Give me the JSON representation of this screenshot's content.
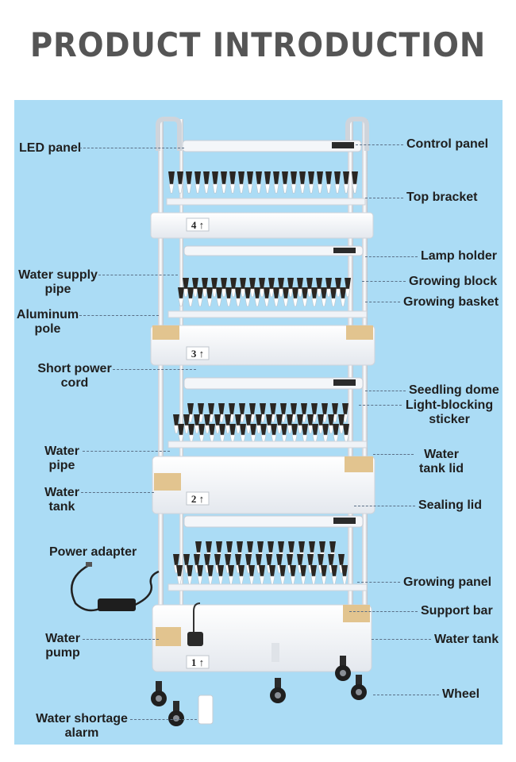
{
  "title": "PRODUCT INTRODUCTION",
  "colors": {
    "background": "#abdcf5",
    "title": "#555555",
    "frame": "#e9edf2",
    "tray": "#f7f8fa",
    "wood": "#e2c48f"
  },
  "tier_numbers": [
    "4",
    "3",
    "2",
    "1"
  ],
  "tier_arrow": "↑",
  "left_labels": [
    {
      "key": "led_panel",
      "lines": [
        "LED panel"
      ]
    },
    {
      "key": "water_supply_pipe",
      "lines": [
        "Water supply",
        "pipe"
      ]
    },
    {
      "key": "aluminum_pole",
      "lines": [
        "Aluminum",
        "pole"
      ]
    },
    {
      "key": "short_power_cord",
      "lines": [
        "Short power",
        "cord"
      ]
    },
    {
      "key": "water_pipe",
      "lines": [
        "Water",
        "pipe"
      ]
    },
    {
      "key": "water_tank_left",
      "lines": [
        "Water",
        "tank"
      ]
    },
    {
      "key": "power_adapter",
      "lines": [
        "Power adapter"
      ]
    },
    {
      "key": "water_pump",
      "lines": [
        "Water",
        "pump"
      ]
    },
    {
      "key": "water_shortage_alarm",
      "lines": [
        "Water shortage",
        "alarm"
      ]
    }
  ],
  "right_labels": [
    {
      "key": "control_panel",
      "lines": [
        "Control panel"
      ]
    },
    {
      "key": "top_bracket",
      "lines": [
        "Top bracket"
      ]
    },
    {
      "key": "lamp_holder",
      "lines": [
        "Lamp holder"
      ]
    },
    {
      "key": "growing_block",
      "lines": [
        "Growing block"
      ]
    },
    {
      "key": "growing_basket",
      "lines": [
        "Growing basket"
      ]
    },
    {
      "key": "seedling_dome",
      "lines": [
        "Seedling dome"
      ]
    },
    {
      "key": "light_blocking_sticker",
      "lines": [
        "Light-blocking",
        "sticker"
      ]
    },
    {
      "key": "water_tank_lid",
      "lines": [
        "Water",
        "tank lid"
      ]
    },
    {
      "key": "sealing_lid",
      "lines": [
        "Sealing lid"
      ]
    },
    {
      "key": "growing_panel",
      "lines": [
        "Growing panel"
      ]
    },
    {
      "key": "support_bar",
      "lines": [
        "Support bar"
      ]
    },
    {
      "key": "water_tank_right",
      "lines": [
        "Water tank"
      ]
    },
    {
      "key": "wheel",
      "lines": [
        "Wheel"
      ]
    }
  ]
}
